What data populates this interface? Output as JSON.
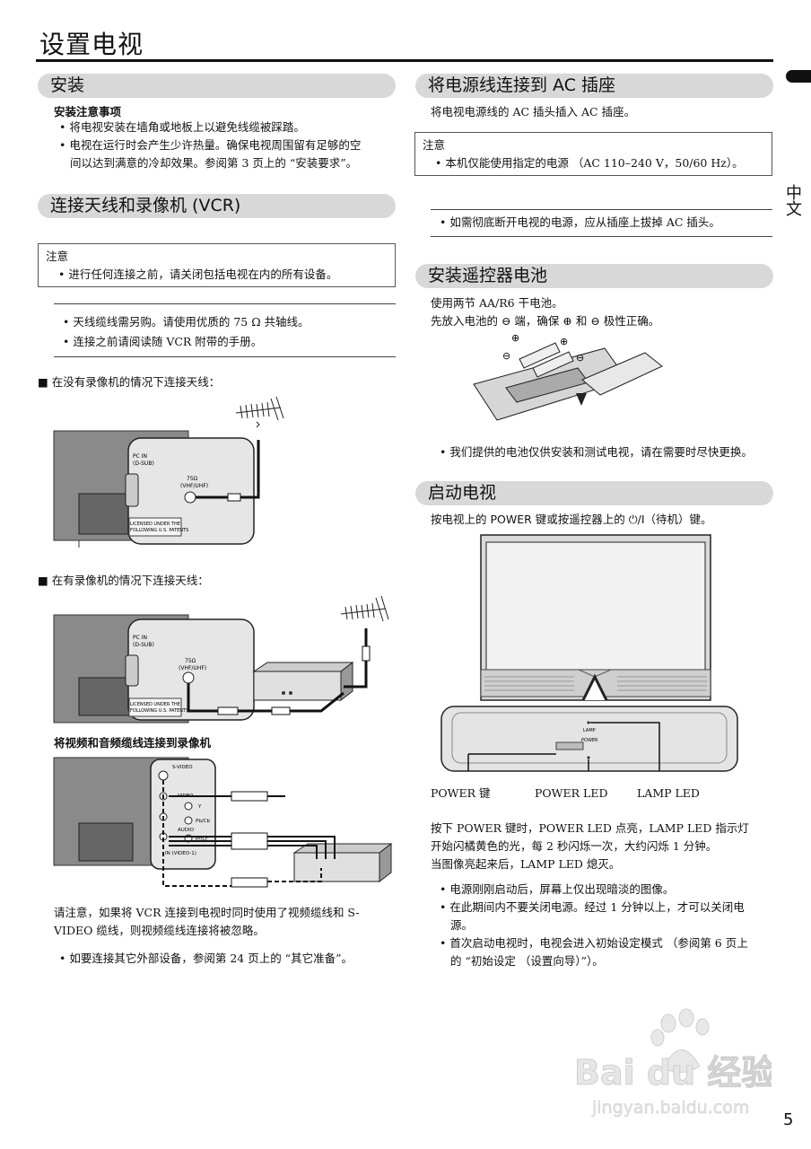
{
  "page": {
    "title": "设置电视",
    "language_tab": "中文",
    "page_number": "5"
  },
  "install": {
    "heading": "安装",
    "subheading": "安装注意事项",
    "items": [
      "将电视安装在墙角或地板上以避免线缆被踩踏。",
      "电视在运行时会产生少许热量。确保电视周围留有足够的空",
      "间以达到满意的冷却效果。参阅第 3 页上的 “安装要求”。"
    ]
  },
  "antenna": {
    "heading": "连接天线和录像机 (VCR)",
    "note_title": "注意",
    "note_item": "进行任何连接之前，请关闭包括电视在内的所有设备。",
    "items": [
      "天线缆线需另购。请使用优质的 75 Ω 共轴线。",
      "连接之前请阅读随 VCR 附带的手册。"
    ],
    "case1_title": "■ 在没有录像机的情况下连接天线：",
    "case2_title": "■ 在有录像机的情况下连接天线：",
    "av_title": "将视频和音频缆线连接到录像机",
    "diagram_labels": {
      "pc_in": "PC IN",
      "sub": "(D-SUB)",
      "ohm": "75Ω",
      "vhf": "(VHF/UHF)",
      "license1": "LICENSED UNDER THE",
      "license2": "FOLLOWING U.S. PATENTS",
      "svideo": "S-VIDEO",
      "video": "VIDEO",
      "audio": "AUDIO",
      "y": "Y",
      "pb": "Pb/Cb",
      "pr": "Pr/Cr",
      "invideo": "IN (VIDEO-1)"
    },
    "footnote": "请注意，如果将 VCR 连接到电视时同时使用了视频缆线和 S-VIDEO 缆线，则视频缆线连接将被忽略。",
    "footnote_line1": "请注意，如果将 VCR 连接到电视时同时使用了视频缆线和 S-",
    "footnote_line2": "VIDEO 缆线，则视频缆线连接将被忽略。",
    "other_item": "如要连接其它外部设备，参阅第 24 页上的 “其它准备”。"
  },
  "power": {
    "heading": "将电源线连接到 AC 插座",
    "text": "将电视电源线的 AC 插头插入 AC 插座。",
    "note_title": "注意",
    "note_item": "本机仅能使用指定的电源 （AC 110–240 V，50/60 Hz）。",
    "item": "如需彻底断开电视的电源，应从插座上拔掉 AC 插头。"
  },
  "battery": {
    "heading": "安装遥控器电池",
    "line1": "使用两节 AA/R6 干电池。",
    "line2": "先放入电池的 ⊖ 端，确保 ⊕ 和 ⊖ 极性正确。",
    "item": "我们提供的电池仅供安装和测试电视，请在需要时尽快更换。"
  },
  "start": {
    "heading": "启动电视",
    "instruction": "按电视上的 POWER 键或按遥控器上的 ⏻/I（待机）键。",
    "label_power_key": "POWER 键",
    "label_power_led": "POWER LED",
    "label_lamp_led": "LAMP LED",
    "panel_lamp": "LAMP",
    "panel_power": "POWER",
    "para1": "按下 POWER 键时，POWER LED 点亮，LAMP LED 指示灯",
    "para2": "开始闪橘黄色的光，每 2 秒闪烁一次，大约闪烁 1 分钟。",
    "para3": "当图像亮起来后，LAMP LED 熄灭。",
    "items": [
      "电源刚刚启动后，屏幕上仅出现暗淡的图像。",
      "在此期间内不要关闭电源。经过 1 分钟以上，才可以关闭电",
      "源。",
      "首次启动电视时，电视会进入初始设定模式 （参阅第 6 页上",
      "的 “初始设定 （设置向导）”）。"
    ]
  },
  "watermark": {
    "brand": "Bai du 经验",
    "url": "jingyan.baidu.com"
  }
}
